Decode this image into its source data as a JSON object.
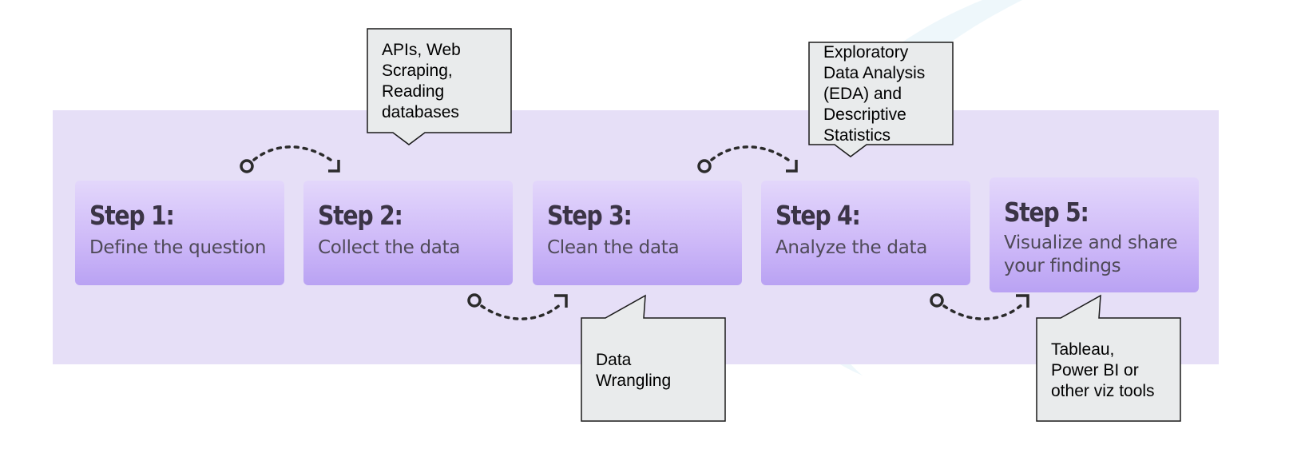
{
  "colors": {
    "band": "#e6dff7",
    "card_top": "#e3d7fb",
    "card_bottom": "#b9a2f3",
    "callout_fill": "#e9ebec",
    "callout_border": "#1a1a1a",
    "arrow": "#2b2b2b"
  },
  "steps": [
    {
      "title": "Step 1:",
      "description": "Define the question"
    },
    {
      "title": "Step 2:",
      "description": "Collect the data"
    },
    {
      "title": "Step 3:",
      "description": "Clean the data"
    },
    {
      "title": "Step 4:",
      "description": "Analyze the data"
    },
    {
      "title": "Step 5:",
      "description": "Visualize and share\nyour findings"
    }
  ],
  "callouts": {
    "collect": "APIs, Web\nScraping,\nReading\ndatabases",
    "clean": "Data\nWrangling",
    "analyze": "Exploratory\nData Analysis\n(EDA) and\nDescriptive\nStatistics",
    "visualize": "Tableau,\nPower BI or\nother viz tools"
  },
  "icons": {
    "connector": "dotted-curved-arrow-icon"
  }
}
